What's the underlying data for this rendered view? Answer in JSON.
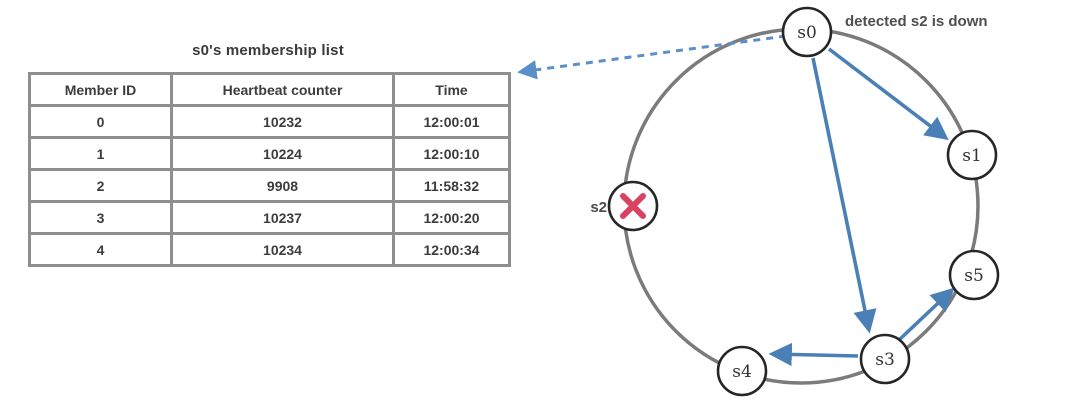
{
  "title": "s0's membership list",
  "table": {
    "columns": [
      "Member ID",
      "Heartbeat counter",
      "Time"
    ],
    "rows": [
      [
        "0",
        "10232",
        "12:00:01"
      ],
      [
        "1",
        "10224",
        "12:00:10"
      ],
      [
        "2",
        "9908",
        "11:58:32"
      ],
      [
        "3",
        "10237",
        "12:00:20"
      ],
      [
        "4",
        "10234",
        "12:00:34"
      ]
    ],
    "stale_row_index": 2
  },
  "diagram": {
    "annotation": "detected s2 is down",
    "nodes": [
      {
        "id": "s0",
        "label": "s0"
      },
      {
        "id": "s1",
        "label": "s1"
      },
      {
        "id": "s5",
        "label": "s5"
      },
      {
        "id": "s3",
        "label": "s3"
      },
      {
        "id": "s4",
        "label": "s4"
      }
    ],
    "failed_node": {
      "id": "s2",
      "label": "s2",
      "mark": "x-icon"
    },
    "edges": [
      {
        "from": "s0",
        "to": "s1",
        "style": "solid"
      },
      {
        "from": "s0",
        "to": "s3",
        "style": "solid"
      },
      {
        "from": "s3",
        "to": "s4",
        "style": "solid"
      },
      {
        "from": "s3",
        "to": "s5",
        "style": "solid"
      },
      {
        "from": "s0",
        "to": "membership-list",
        "style": "dashed"
      }
    ]
  },
  "colors": {
    "arrow_blue": "#4a80b5",
    "dashed_blue": "#5b8fc7",
    "ring_gray": "#7b7b7b",
    "stale_red": "#b23b3b",
    "x_mark_red": "#d9435f",
    "border_gray": "#8e8e8e"
  }
}
